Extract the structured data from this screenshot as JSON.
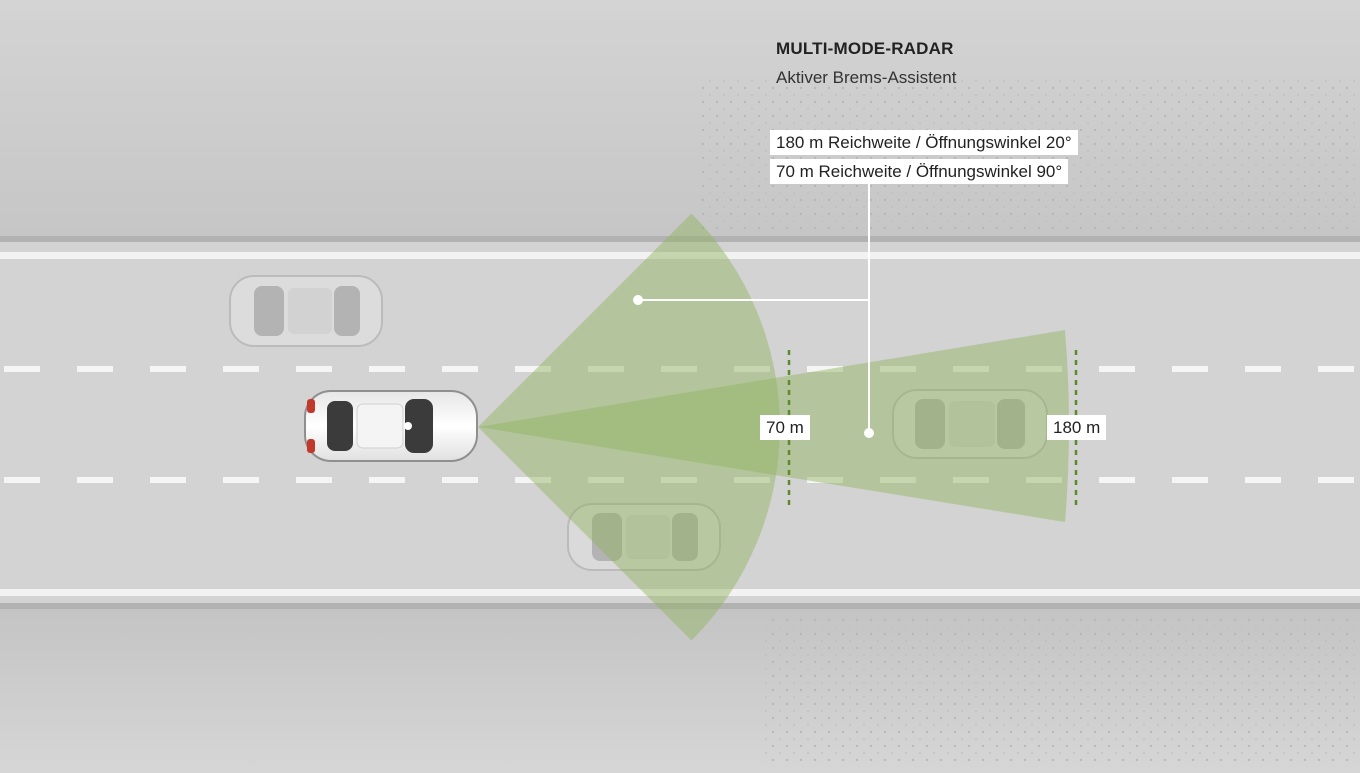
{
  "header": {
    "title": "MULTI-MODE-RADAR",
    "subtitle": "Aktiver Brems-Assistent"
  },
  "legend": {
    "long_range": "180 m Reichweite / Öffnungswinkel 20°",
    "short_range": "70 m Reichweite / Öffnungswinkel 90°"
  },
  "distances": {
    "short": "70 m",
    "long": "180 m"
  },
  "colors": {
    "radar_fill": "#8fb35e",
    "marker_line": "#5d8a2a",
    "road": "#d3d3d3",
    "verge": "#c2c2c2",
    "label_bg": "#ffffff"
  }
}
